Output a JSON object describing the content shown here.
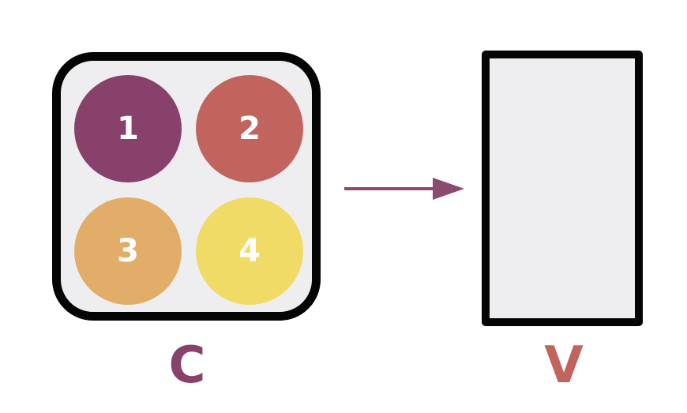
{
  "matrix": {
    "cells": [
      {
        "label": "1",
        "color": "#87416b"
      },
      {
        "label": "2",
        "color": "#c1645d"
      },
      {
        "label": "3",
        "color": "#e1ad68"
      },
      {
        "label": "4",
        "color": "#f1db67"
      }
    ],
    "name": "C",
    "name_color": "#87416b"
  },
  "arrow": {
    "color": "#8b4a6f"
  },
  "vector": {
    "name": "V",
    "name_color": "#c1645d"
  }
}
